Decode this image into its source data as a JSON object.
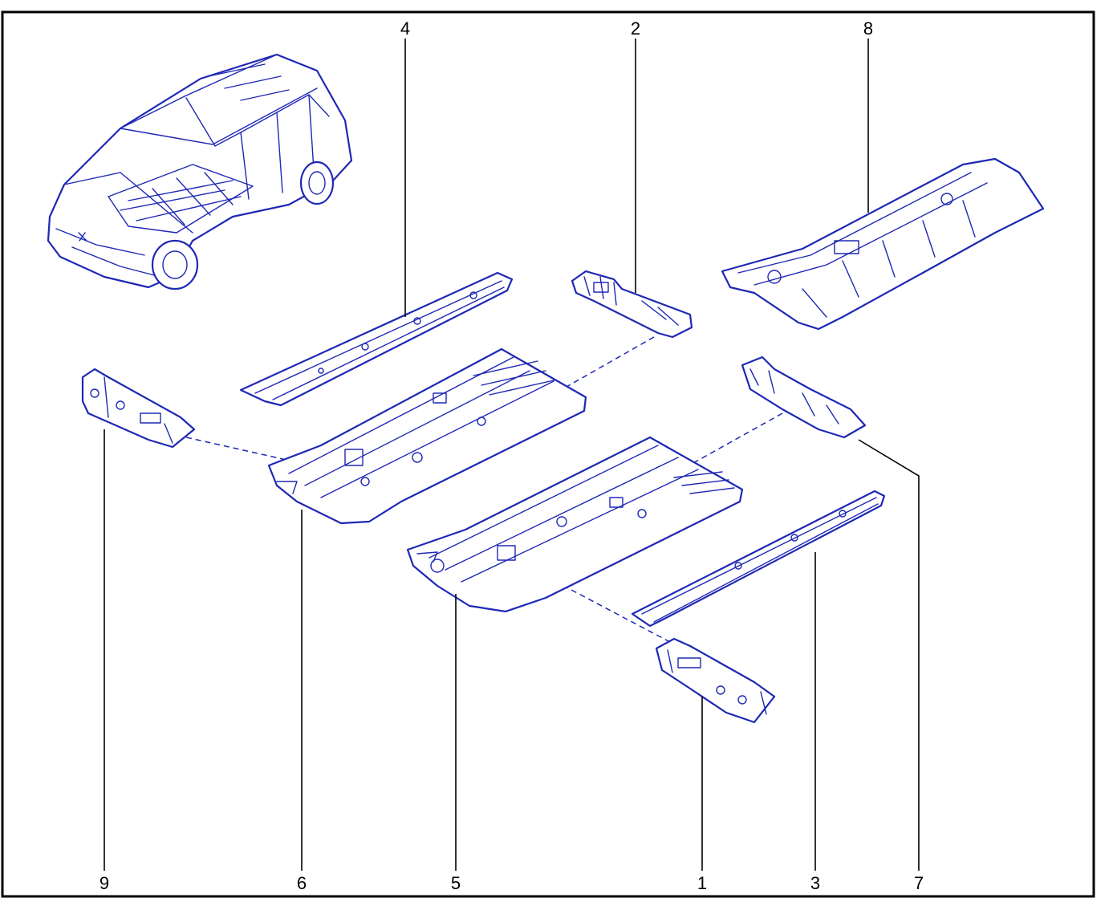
{
  "colors": {
    "ink": "#1e28b4",
    "border": "#000000",
    "labels": "#000000"
  },
  "callouts": {
    "c1": "1",
    "c2": "2",
    "c3": "3",
    "c4": "4",
    "c5": "5",
    "c6": "6",
    "c7": "7",
    "c8": "8",
    "c9": "9"
  }
}
